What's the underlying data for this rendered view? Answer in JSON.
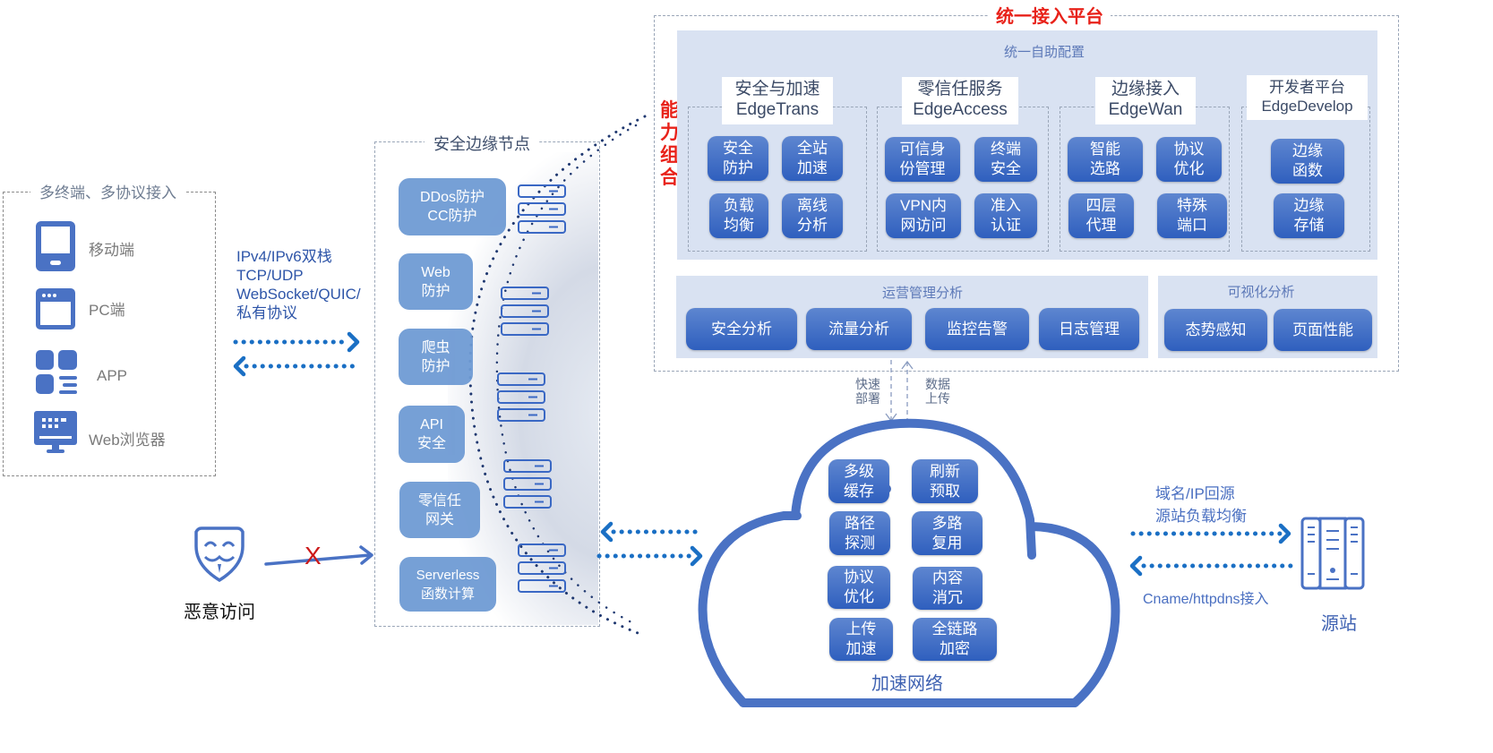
{
  "clients": {
    "title": "多终端、多协议接入",
    "items": [
      {
        "icon": "mobile-icon",
        "label": "移动端"
      },
      {
        "icon": "pc-window-icon",
        "label": "PC端"
      },
      {
        "icon": "app-grid-icon",
        "label": "APP"
      },
      {
        "icon": "web-browser-monitor-icon",
        "label": "Web浏览器"
      }
    ]
  },
  "protocols": {
    "lines": [
      "IPv4/IPv6双栈",
      "TCP/UDP",
      "WebSocket/QUIC/",
      "私有协议"
    ]
  },
  "malicious": {
    "label": "恶意访问",
    "icon": "hacker-mask-icon",
    "blocked_mark": "X"
  },
  "edge_node": {
    "title": "安全边缘节点",
    "items": [
      "DDos防护\nCC防护",
      "Web\n防护",
      "爬虫\n防护",
      "API\n安全",
      "零信任\n网关",
      "Serverless\n函数计算"
    ]
  },
  "platform": {
    "title": "统一接入平台",
    "side_label": "能力组合",
    "self_config_title": "统一自助配置",
    "capabilities": [
      {
        "name": "安全与加速",
        "code": "EdgeTrans",
        "items": [
          "安全\n防护",
          "全站\n加速",
          "负载\n均衡",
          "离线\n分析"
        ]
      },
      {
        "name": "零信任服务",
        "code": "EdgeAccess",
        "items": [
          "可信身\n份管理",
          "终端\n安全",
          "VPN内\n网访问",
          "准入\n认证"
        ]
      },
      {
        "name": "边缘接入",
        "code": "EdgeWan",
        "items": [
          "智能\n选路",
          "协议\n优化",
          "四层\n代理",
          "特殊\n端口"
        ]
      },
      {
        "name": "开发者平台",
        "code": "EdgeDevelop",
        "items": [
          "边缘\n函数",
          "边缘\n存储"
        ]
      }
    ],
    "ops": {
      "title": "运营管理分析",
      "items": [
        "安全分析",
        "流量分析",
        "监控告警",
        "日志管理"
      ]
    },
    "visual": {
      "title": "可视化分析",
      "items": [
        "态势感知",
        "页面性能"
      ]
    }
  },
  "links": {
    "deploy": "快速\n部署",
    "upload": "数据\n上传"
  },
  "accel_network": {
    "label": "加速网络",
    "items": [
      "多级\n缓存",
      "刷新\n预取",
      "路径\n探测",
      "多路\n复用",
      "协议\n优化",
      "内容\n消冗",
      "上传\n加速",
      "全链路\n加密"
    ]
  },
  "origin": {
    "label": "源站",
    "icon": "server-rack-icon",
    "top_lines": "域名/IP回源\n源站负载均衡",
    "bottom_line": "Cname/httpdns接入"
  },
  "colors": {
    "brand_blue": "#2f5fbe",
    "cloud_blue": "#4a72c4",
    "arrow_blue": "#1a6fc4",
    "title_red": "#e8221a",
    "panel_bg": "#d9e2f2"
  }
}
